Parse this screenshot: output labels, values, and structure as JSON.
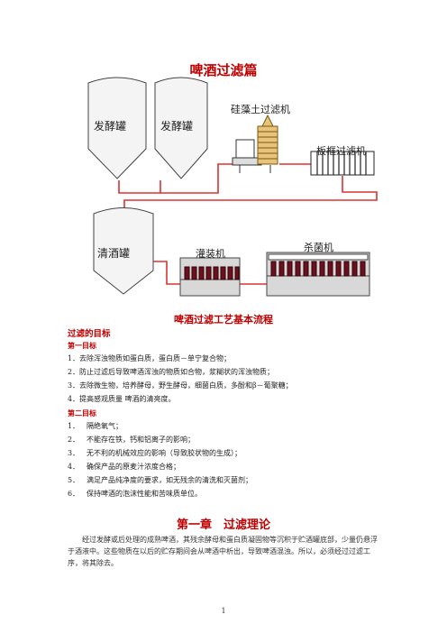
{
  "page_title": "啤酒过滤篇",
  "diagram": {
    "tank1_label": "发酵罐",
    "tank2_label": "发酵罐",
    "diatom_label": "硅藻土过滤机",
    "plate_label": "板框过滤机",
    "bright_tank_label": "清酒罐",
    "filling_label": "灌装机",
    "pasteur_label": "杀菌机",
    "pipe_color": "#e03030",
    "tank_fill": "#f4f4f4"
  },
  "caption": "啤酒过滤工艺基本流程",
  "goal_heading": "过滤的目标",
  "goal1": {
    "heading": "第一目标",
    "items": [
      {
        "num": "1．",
        "text": "去除浑浊物质如蛋白质，蛋白质－单宁复合物；"
      },
      {
        "num": "2．",
        "text": "防止过滤后导致啤酒浑浊的物质如合物，浆糊状的浑浊物质；"
      },
      {
        "num": "3．",
        "text": "去除微生物，培养酵母，野生酵母，细菌白质，多酚和β－葡聚糖；"
      },
      {
        "num": "4．",
        "text": "提高感观质量 啤酒的清亮度。"
      }
    ]
  },
  "goal2": {
    "heading": "第二目标",
    "items": [
      {
        "num": "1．",
        "text": "隔绝氧气；"
      },
      {
        "num": "2．",
        "text": "不能存在铁，钙和铝离子的影响；"
      },
      {
        "num": "3．",
        "text": "无不利的机械效应的影响（导致胶状物的生成）；"
      },
      {
        "num": "4．",
        "text": "确保产品的原麦汁浓度合格；"
      },
      {
        "num": "5．",
        "text": "满足产品纯净度的要求，如无残余的清洗和灭菌剂；"
      },
      {
        "num": "6．",
        "text": "保持啤酒的泡沫性能和苦味质单位。"
      }
    ]
  },
  "chapter_title": "第一章　过滤理论",
  "paragraph": "经过发酵或后处理的成熟啤酒，其残余酵母和蛋白质凝固物等沉积于贮酒罐底部，少量仍悬浮于酒液中。这些物质在以后的贮存期间会从啤酒中析出，导致啤酒混浊。所以，必须经过过滤工序，将其除去。",
  "page_number": "1"
}
